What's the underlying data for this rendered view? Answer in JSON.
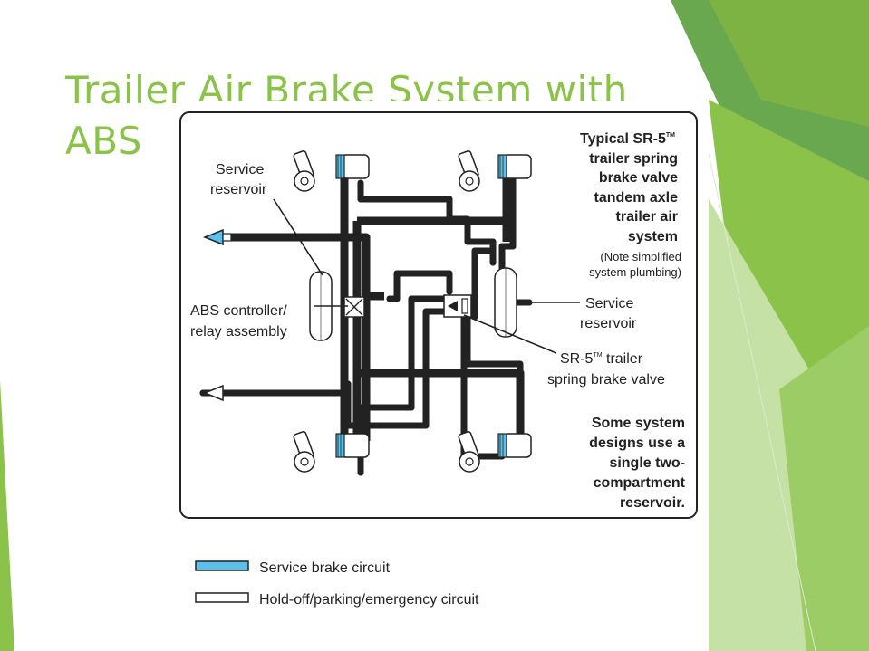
{
  "slide": {
    "title": "Trailer Air Brake System with ABS"
  },
  "colors": {
    "accent_green": "#8bc34a",
    "accent_dark_green": "#5a9e2e",
    "service_circuit": "#5bc1ea",
    "outline": "#222222"
  },
  "figure": {
    "caption_lines": [
      "Typical SR-5",
      "trailer spring",
      "brake valve",
      "tandem axle",
      "trailer air",
      "system"
    ],
    "tm": "TM",
    "note_lines": [
      "(Note simplified",
      "system plumbing)"
    ],
    "label_service_reservoir_left": [
      "Service",
      "reservoir"
    ],
    "label_abs_controller": [
      "ABS controller/",
      "relay assembly"
    ],
    "label_service_reservoir_right": [
      "Service",
      "reservoir"
    ],
    "label_sr5_valve": [
      "SR-5",
      " trailer",
      "spring brake valve"
    ],
    "design_note_lines": [
      "Some system",
      "designs use a",
      "single two-",
      "compartment",
      "reservoir."
    ],
    "legend": [
      {
        "label": "Service brake circuit",
        "type": "service"
      },
      {
        "label": "Hold-off/parking/emergency circuit",
        "type": "holdoff"
      }
    ]
  }
}
